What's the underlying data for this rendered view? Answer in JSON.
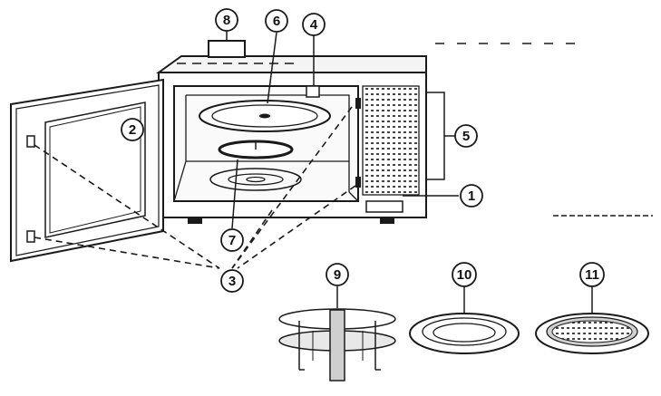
{
  "diagram": {
    "callouts": [
      {
        "id": "1",
        "label": "1"
      },
      {
        "id": "2",
        "label": "2"
      },
      {
        "id": "3",
        "label": "3"
      },
      {
        "id": "4",
        "label": "4"
      },
      {
        "id": "5",
        "label": "5"
      },
      {
        "id": "6",
        "label": "6"
      },
      {
        "id": "7",
        "label": "7"
      },
      {
        "id": "8",
        "label": "8"
      },
      {
        "id": "9",
        "label": "9"
      },
      {
        "id": "10",
        "label": "10"
      },
      {
        "id": "11",
        "label": "11"
      }
    ],
    "colors": {
      "line": "#1a1a1a",
      "shade": "#cfcfcf",
      "paper": "#ffffff"
    }
  }
}
